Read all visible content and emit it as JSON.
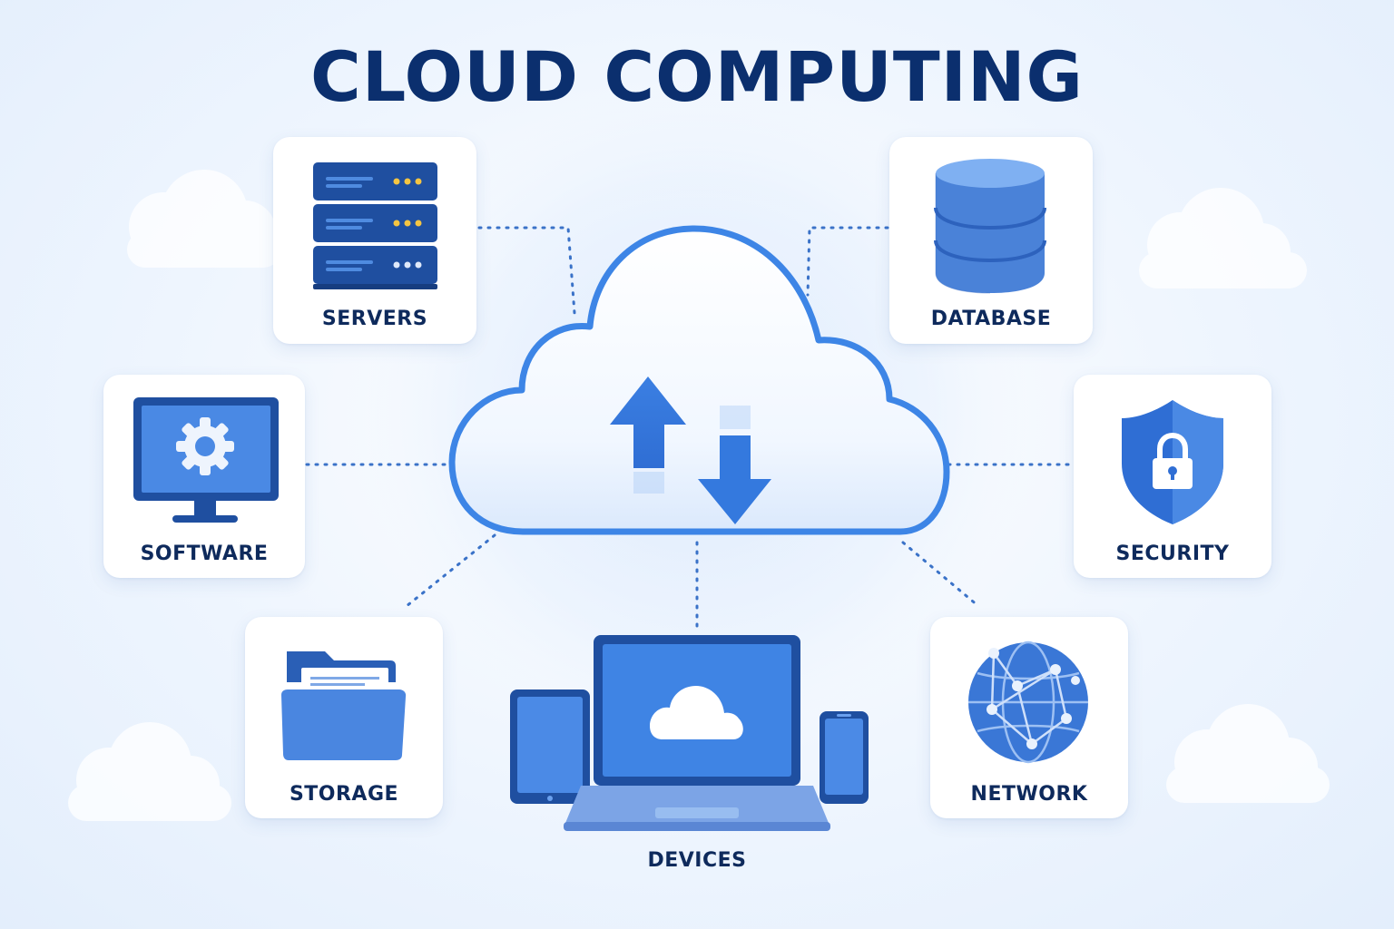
{
  "title": "CLOUD COMPUTING",
  "nodes": {
    "servers": {
      "label": "SERVERS",
      "icon": "server-rack-icon"
    },
    "database": {
      "label": "DATABASE",
      "icon": "database-icon"
    },
    "software": {
      "label": "SOFTWARE",
      "icon": "monitor-gear-icon"
    },
    "security": {
      "label": "SECURITY",
      "icon": "shield-lock-icon"
    },
    "storage": {
      "label": "STORAGE",
      "icon": "folder-icon"
    },
    "network": {
      "label": "NETWORK",
      "icon": "globe-network-icon"
    },
    "devices": {
      "label": "DEVICES",
      "icon": "devices-icon"
    }
  },
  "center": {
    "icon": "cloud-upload-download-icon"
  },
  "colors": {
    "title": "#0b2f6e",
    "primary": "#3d7de0",
    "dark": "#1d4fa8",
    "light": "#7fb0f2",
    "connector": "#3a72c8",
    "server_led": "#f5c542"
  }
}
